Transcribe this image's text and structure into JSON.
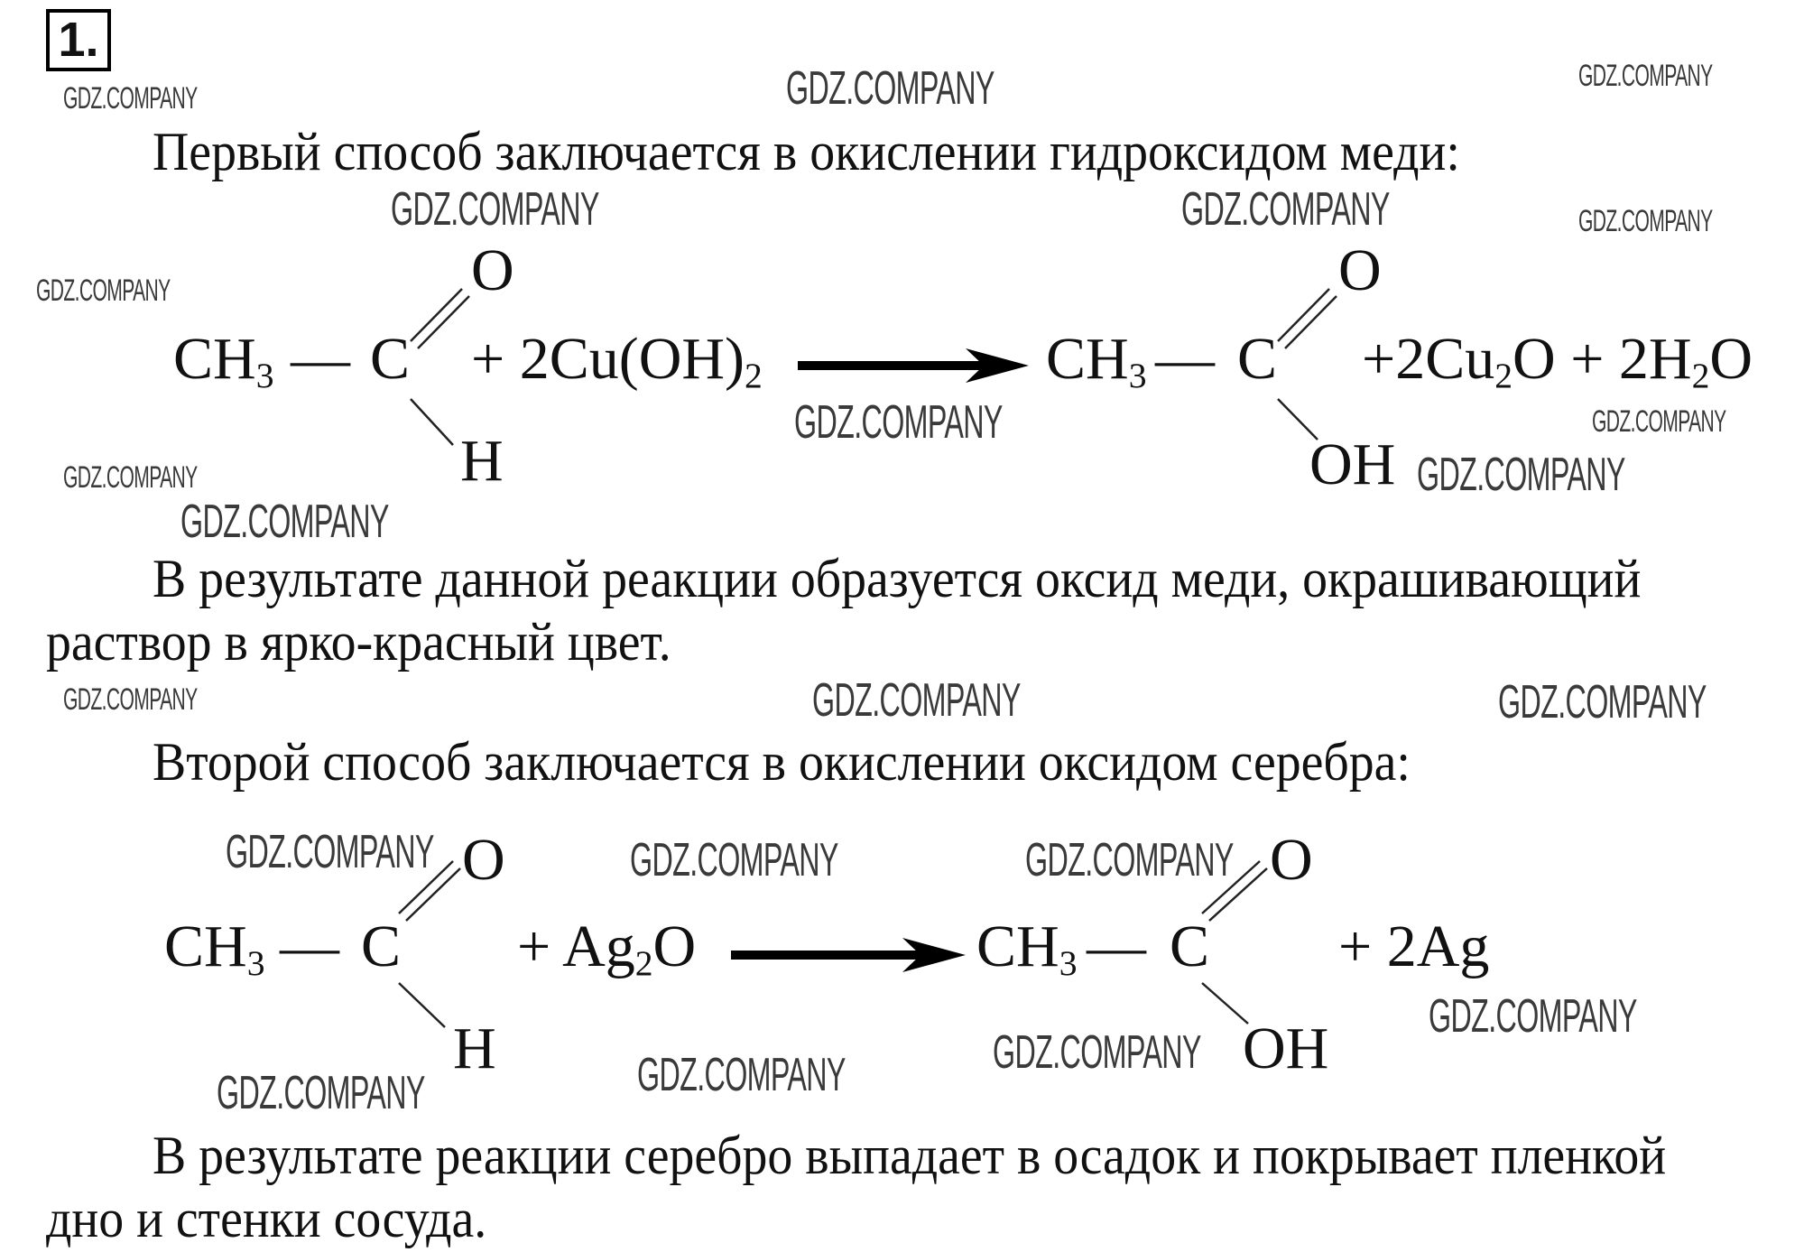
{
  "task_number": "1.",
  "paragraphs": {
    "p1": "Первый способ заключается в окислении гидроксидом меди:",
    "p2_line1": "В результате данной реакции образуется оксид меди, окрашивающий",
    "p2_line2": "раствор в ярко-красный цвет.",
    "p3": "Второй способ заключается в окислении оксидом серебра:",
    "p4_line1": "В результате реакции серебро выпадает в осадок и покрывает пленкой",
    "p4_line2": "дно и стенки сосуда."
  },
  "equation1": {
    "reactant": {
      "ch": "CH",
      "ch_sub": "3",
      "bond": "—",
      "c": "C",
      "o": "O",
      "h": "H"
    },
    "reagent": {
      "pre": "+ 2Cu(OH)",
      "sub": "2"
    },
    "product": {
      "ch": "CH",
      "ch_sub": "3",
      "bond": "—",
      "c": "C",
      "o": "O",
      "oh": "OH"
    },
    "byproducts": {
      "a": "+2Cu",
      "a_sub": "2",
      "b": "O + 2H",
      "b_sub": "2",
      "c": "O"
    }
  },
  "equation2": {
    "reactant": {
      "ch": "CH",
      "ch_sub": "3",
      "bond": "—",
      "c": "C",
      "o": "O",
      "h": "H"
    },
    "reagent": {
      "pre": "+ Ag",
      "sub": "2",
      "post": "O"
    },
    "product": {
      "ch": "CH",
      "ch_sub": "3",
      "bond": "—",
      "c": "C",
      "o": "O",
      "oh": "OH"
    },
    "byproducts": {
      "a": "+ 2Ag"
    }
  },
  "watermark": "GDZ.COMPANY"
}
